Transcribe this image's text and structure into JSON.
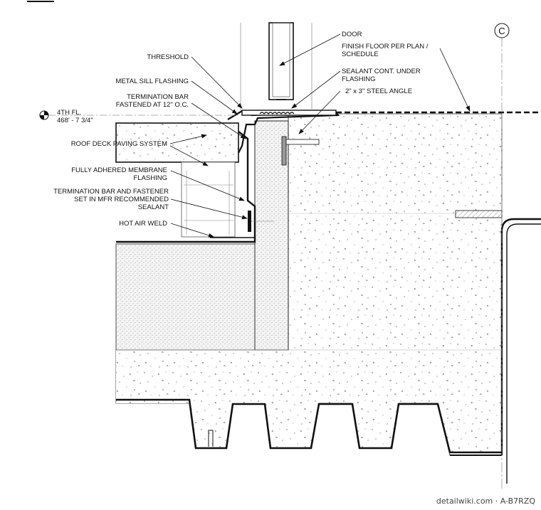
{
  "labels": {
    "door": "DOOR",
    "finish_floor_1": "FINISH FLOOR PER PLAN /",
    "finish_floor_2": "SCHEDULE",
    "threshold": "THRESHOLD",
    "sealant_1": "SEALANT CONT. UNDER",
    "sealant_2": "FLASHING",
    "metal_sill": "METAL SILL FLASHING",
    "steel_angle": "2\" x 3\" STEEL ANGLE",
    "term_bar_1": "TERMINATION BAR",
    "term_bar_2": "FASTENED AT 12\" O.C.",
    "level_1": "4TH FL.",
    "level_2": "468' - 7 3/4\"",
    "paving": "ROOF DECK PAVING SYSTEM",
    "membrane_1": "FULLY ADHERED MEMBRANE",
    "membrane_2": "FLASHING",
    "term_fastener_1": "TERMINATION BAR AND FASTENER",
    "term_fastener_2": "SET IN MFR RECOMMENDED",
    "term_fastener_3": "SEALANT",
    "hot_air_weld": "HOT AIR WELD"
  },
  "grid_bubble": "C",
  "credit": "detailwiki.com · A-B7RZQ"
}
